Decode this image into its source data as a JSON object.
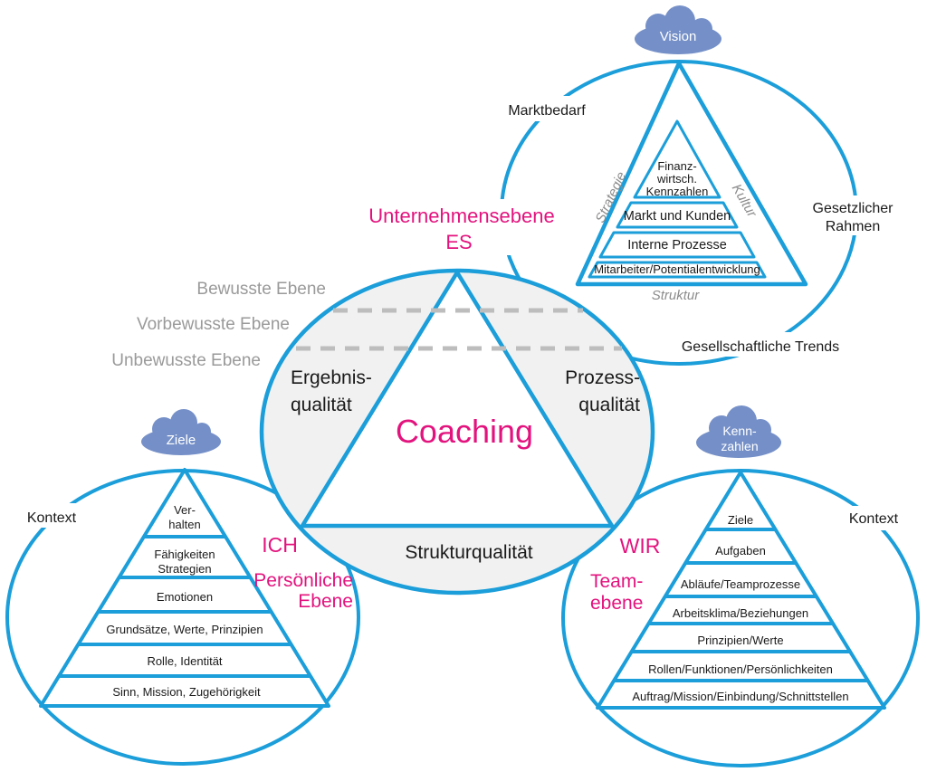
{
  "colors": {
    "line_blue": "#1b9ed9",
    "accent_pink": "#e3137e",
    "muted_gray": "#9a9a9a",
    "dash_gray": "#bdbdbd",
    "cloud_blue": "#7590c8",
    "ellipse_fill": "#f1f1f1",
    "text_dark": "#1a1a1a"
  },
  "center": {
    "coaching_label": "Coaching",
    "ergebnis": [
      "Ergebnis-",
      "qualität"
    ],
    "prozess": [
      "Prozess-",
      "qualität"
    ],
    "struktur_label": "Strukturqualität",
    "level_labels": [
      "Bewusste Ebene",
      "Vorbewusste Ebene",
      "Unbewusste Ebene"
    ]
  },
  "enterprise": {
    "title": [
      "Unternehmensebene",
      "ES"
    ],
    "cloud_label": "Vision",
    "marktbedarf": "Marktbedarf",
    "gesetzlicher": [
      "Gesetzlicher",
      "Rahmen"
    ],
    "trends": "Gesellschaftliche Trends",
    "strategie": "Strategie",
    "kultur": "Kultur",
    "struktur": "Struktur",
    "pyramid_layers": {
      "l1": [
        "Finanz-",
        "wirtsch.",
        "Kennzahlen"
      ],
      "l2": "Markt und Kunden",
      "l3": "Interne Prozesse",
      "l4": "Mitarbeiter/Potentialentwicklung"
    }
  },
  "personal": {
    "title": [
      "ICH",
      "Persönliche",
      "Ebene"
    ],
    "cloud_label": "Ziele",
    "kontext": "Kontext",
    "pyramid_layers": {
      "l1": [
        "Ver-",
        "halten"
      ],
      "l2": [
        "Fähigkeiten",
        "Strategien"
      ],
      "l3": "Emotionen",
      "l4": "Grundsätze, Werte, Prinzipien",
      "l5": "Rolle, Identität",
      "l6": "Sinn, Mission, Zugehörigkeit"
    }
  },
  "team": {
    "title": [
      "WIR",
      "Team-",
      "ebene"
    ],
    "cloud_label": [
      "Kenn-",
      "zahlen"
    ],
    "kontext": "Kontext",
    "pyramid_layers": {
      "l1": "Ziele",
      "l2": "Aufgaben",
      "l3": "Abläufe/Teamprozesse",
      "l4": "Arbeitsklima/Beziehungen",
      "l5": "Prinzipien/Werte",
      "l6": "Rollen/Funktionen/Persönlichkeiten",
      "l7": "Auftrag/Mission/Einbindung/Schnittstellen"
    }
  }
}
